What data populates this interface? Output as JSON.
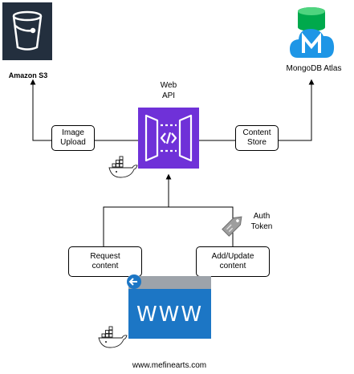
{
  "nodes": {
    "s3": {
      "label": "Amazon S3",
      "tile_color": "#232F3E"
    },
    "mongodb": {
      "label": "MongoDB Atlas",
      "cloud_color": "#1E96E6",
      "db_color": "#00A94C"
    },
    "web_api": {
      "label_line1": "Web",
      "label_line2": "API",
      "tile_color": "#6F31D8"
    },
    "website": {
      "label": "www.mefinearts.com",
      "text": "WWW",
      "color": "#1C76C5"
    }
  },
  "edge_labels": {
    "image_upload": {
      "line1": "Image",
      "line2": "Upload"
    },
    "content_store": {
      "line1": "Content",
      "line2": "Store"
    },
    "request_content": {
      "line1": "Request",
      "line2": "content"
    },
    "add_update_content": {
      "line1": "Add/Update",
      "line2": "content"
    },
    "auth_token": {
      "line1": "Auth",
      "line2": "Token"
    }
  },
  "icons": [
    "bucket-icon",
    "mongodb-cloud-icon",
    "api-gateway-icon",
    "docker-icon",
    "tag-icon",
    "browser-icon"
  ]
}
